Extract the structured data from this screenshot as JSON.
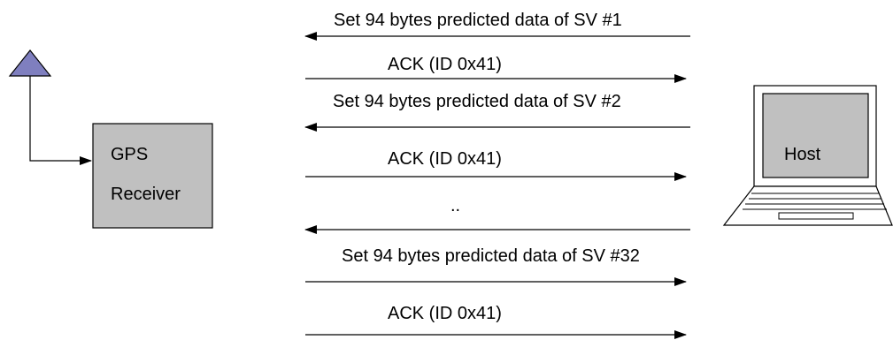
{
  "receiver": {
    "label_line1": "GPS",
    "label_line2": "Receiver"
  },
  "host": {
    "label": "Host"
  },
  "messages": [
    {
      "text": "Set 94 bytes predicted data of SV #1",
      "direction": "host-to-receiver"
    },
    {
      "text": "ACK (ID 0x41)",
      "direction": "receiver-to-host"
    },
    {
      "text": "Set 94 bytes predicted data of SV #2",
      "direction": "host-to-receiver"
    },
    {
      "text": "ACK (ID 0x41)",
      "direction": "receiver-to-host"
    },
    {
      "text": "..",
      "direction": "host-to-receiver"
    },
    {
      "text": "Set 94 bytes predicted data of SV #32",
      "direction": "receiver-to-host"
    },
    {
      "text": "ACK (ID 0x41)",
      "direction": "receiver-to-host"
    }
  ],
  "colors": {
    "antenna": "#7f7fbf",
    "receiver_box": "#c0c0c0",
    "laptop_screen": "#c0c0c0",
    "stroke": "#000000"
  }
}
